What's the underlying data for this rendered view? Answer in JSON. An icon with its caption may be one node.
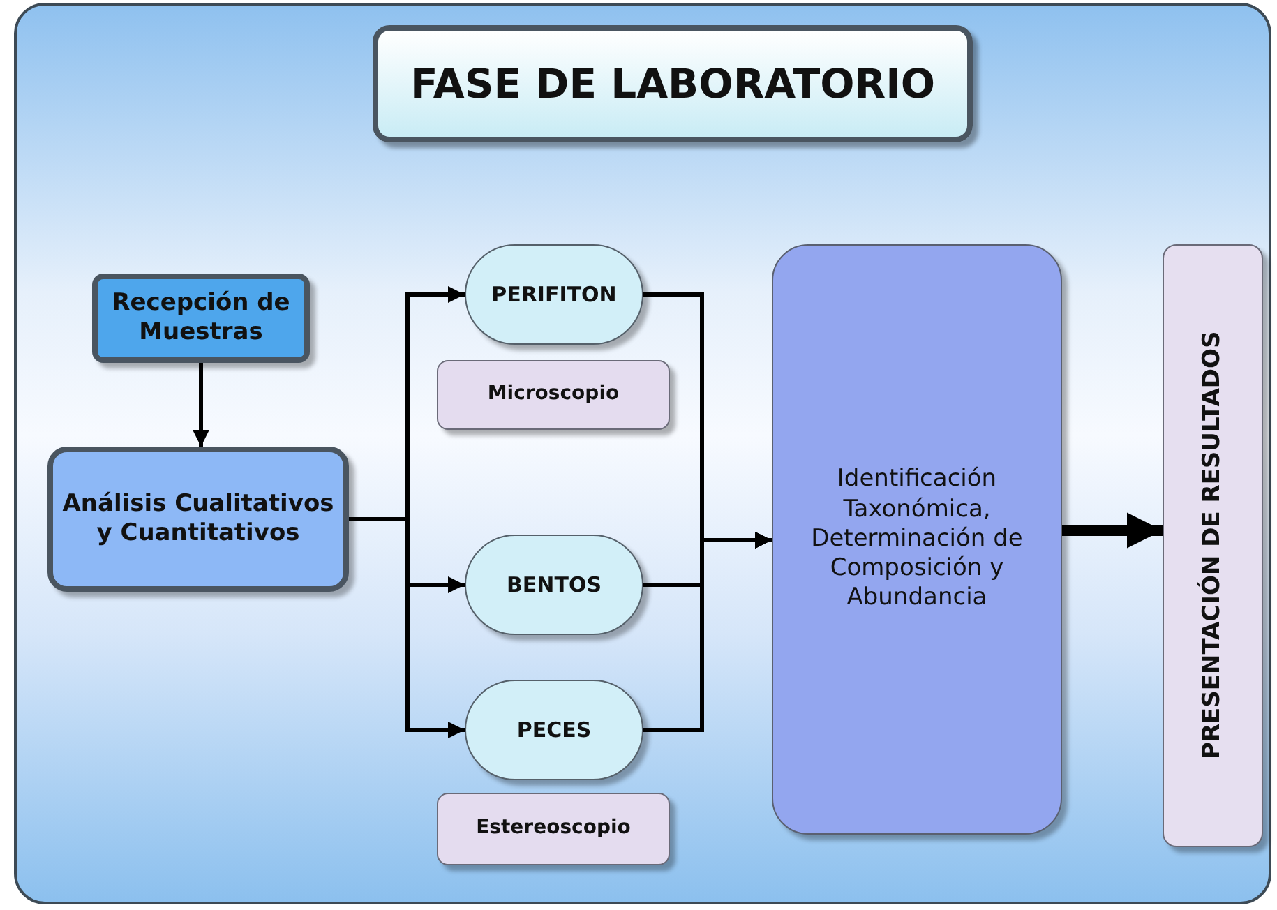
{
  "diagram": {
    "title": "FASE DE LABORATORIO",
    "nodes": [
      {
        "text": [
          "Recepción de Muestras"
        ]
      },
      {
        "text": [
          "Análisis Cualitativos y Cuantitativos"
        ]
      },
      {
        "text": [
          "PERIFITON"
        ]
      },
      {
        "text": [
          "Microscopio"
        ]
      },
      {
        "text": [
          "BENTOS"
        ]
      },
      {
        "text": [
          "PECES"
        ]
      },
      {
        "text": [
          "Estereoscopio"
        ]
      },
      {
        "text": [
          "Identificación Taxonómica, Determinación de Composición y Abundancia"
        ]
      },
      {
        "text": [
          "PRESENTACIÓN DE RESULTADOS"
        ]
      }
    ],
    "edges": [
      {
        "from": 0,
        "to": 1,
        "arrow": "to"
      },
      {
        "from": 1,
        "to": 2,
        "arrow": "to"
      },
      {
        "from": 1,
        "to": 4,
        "arrow": "to"
      },
      {
        "from": 1,
        "to": 5,
        "arrow": "to"
      },
      {
        "from": 2,
        "to": 7,
        "arrow": "to"
      },
      {
        "from": 4,
        "to": 7,
        "arrow": "to"
      },
      {
        "from": 5,
        "to": 7,
        "arrow": "to"
      },
      {
        "from": 7,
        "to": 8,
        "arrow": "to",
        "style": "thick"
      }
    ]
  }
}
